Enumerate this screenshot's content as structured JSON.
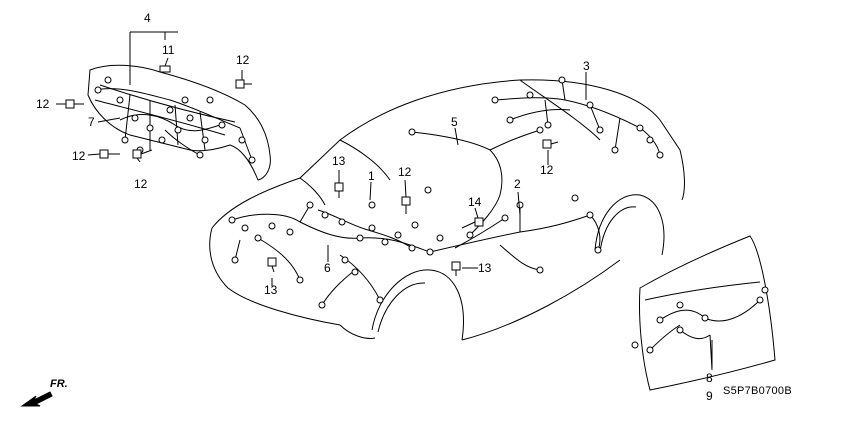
{
  "callouts": {
    "c1": "1",
    "c2": "2",
    "c3": "3",
    "c4": "4",
    "c5": "5",
    "c6": "6",
    "c7": "7",
    "c8": "8",
    "c9": "9",
    "c11": "11",
    "c12_a": "12",
    "c12_b": "12",
    "c12_c": "12",
    "c12_d": "12",
    "c12_e": "12",
    "c12_f": "12",
    "c13_a": "13",
    "c13_b": "13",
    "c13_c": "13",
    "c14": "14"
  },
  "direction_label": "FR.",
  "diagram_code": "S5P7B0700B"
}
